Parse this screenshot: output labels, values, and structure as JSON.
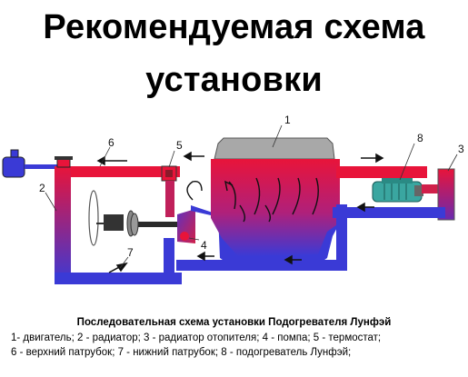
{
  "title": {
    "line1": "Рекомендуемая схема",
    "line2": "установки"
  },
  "diagram": {
    "labels": [
      "1",
      "2",
      "3",
      "4",
      "5",
      "6",
      "7",
      "8"
    ],
    "colors": {
      "hot": "#e8143a",
      "cold": "#3a3ad6",
      "heater": "#3aa6a0",
      "engine_top": "#a8a8a8"
    }
  },
  "caption": {
    "title": "Последовательная схема установки Подогревателя Лунфэй",
    "line1": "1- двигатель; 2 - радиатор; 3 - радиатор отопителя; 4 - помпа; 5 - термостат;",
    "line2": "6 - верхний патрубок; 7 - нижний патрубок; 8 - подогреватель Лунфэй;"
  }
}
